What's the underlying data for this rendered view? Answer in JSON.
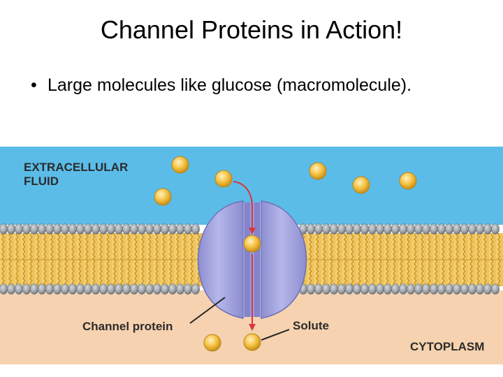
{
  "slide": {
    "title": "Channel Proteins in Action!",
    "bullet": "Large molecules like glucose (macromolecule)."
  },
  "figure": {
    "labels": {
      "extracellular": "EXTRACELLULAR\nFLUID",
      "channel_protein": "Channel protein",
      "solute": "Solute",
      "cytoplasm": "CYTOPLASM"
    },
    "colors": {
      "extracellular": "#5bbce8",
      "cytoplasm": "#f6d2b0",
      "phospholipid_head": "#9aa0a6",
      "lipid_tail": "#e8b64a",
      "protein": "#a7a8df",
      "solute": "#f5c242",
      "arrow": "#d9363e"
    }
  }
}
